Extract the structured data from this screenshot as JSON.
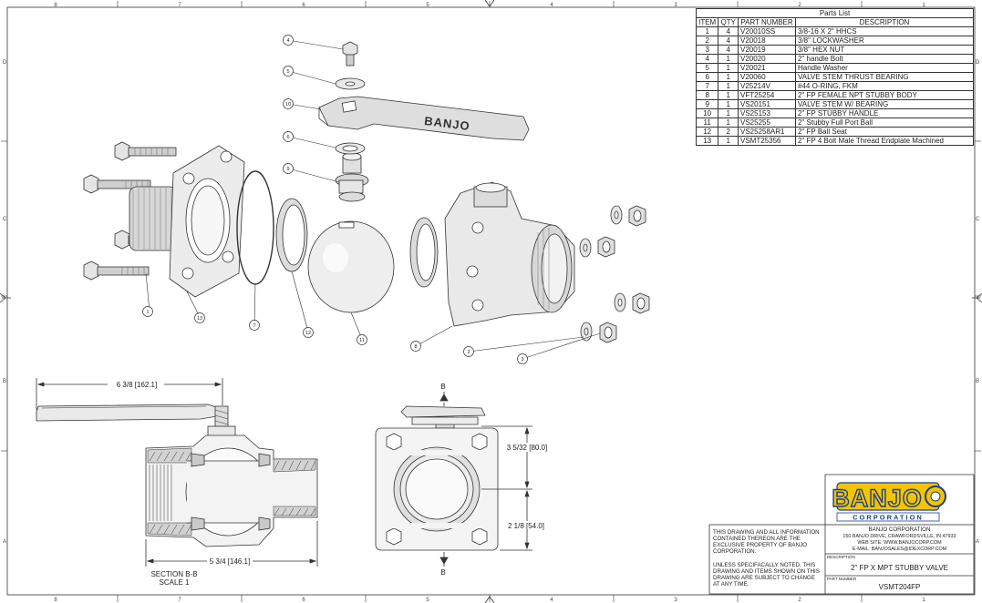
{
  "parts_list": {
    "title": "Parts List",
    "headers": [
      "ITEM",
      "QTY",
      "PART NUMBER",
      "DESCRIPTION"
    ],
    "rows": [
      [
        "1",
        "4",
        "V20010SS",
        "3/8-16 X 2\" HHCS"
      ],
      [
        "2",
        "4",
        "V20018",
        "3/8\" LOCKWASHER"
      ],
      [
        "3",
        "4",
        "V20019",
        "3/8\" HEX NUT"
      ],
      [
        "4",
        "1",
        "V20020",
        "2\" handle Bolt"
      ],
      [
        "5",
        "1",
        "V20021",
        "Handle Washer"
      ],
      [
        "6",
        "1",
        "V20060",
        "VALVE STEM THRUST BEARING"
      ],
      [
        "7",
        "1",
        "V25214V",
        "#44 O-RING, FKM"
      ],
      [
        "8",
        "1",
        "VFT25254",
        "2\" FP FEMALE NPT STUBBY BODY"
      ],
      [
        "9",
        "1",
        "VS20151",
        "VALVE STEM W/ BEARING"
      ],
      [
        "10",
        "1",
        "VS25153",
        "2\" FP STUBBY HANDLE"
      ],
      [
        "11",
        "1",
        "VS25255",
        "2\" Stubby Full Port Ball"
      ],
      [
        "12",
        "2",
        "VS25258AR1",
        "2\" FP Ball Seat"
      ],
      [
        "13",
        "1",
        "VSMT25356",
        "2\" FP 4 Bolt Male Thread Endplate Machined"
      ]
    ]
  },
  "border": {
    "columns": [
      "8",
      "7",
      "6",
      "5",
      "4",
      "3",
      "2",
      "1"
    ],
    "rows": [
      "D",
      "C",
      "B",
      "A"
    ]
  },
  "exploded_view": {
    "balloons": [
      "1",
      "13",
      "7",
      "12",
      "11",
      "8",
      "2",
      "3",
      "4",
      "5",
      "10",
      "6",
      "9"
    ],
    "handle_lettering": "BANJO"
  },
  "section_view": {
    "dim_length_top": "6 3/8 [162.1]",
    "dim_length_bottom": "5 3/4 [146.1]",
    "label_line1": "SECTION B-B",
    "label_line2": "SCALE 1"
  },
  "end_view": {
    "section_marker": "B",
    "dim_height": "3 5/32 [80.0]",
    "dim_center": "2 1/8 [54.0]"
  },
  "title_block": {
    "logo_text": "BANJO",
    "logo_sub": "CORPORATION",
    "notice": "THIS DRAWING AND ALL INFORMATION CONTAINED THEREON ARE THE EXCLUSIVE PROPERTY OF BANJO CORPORATION.",
    "notice2": "UNLESS SPECIFACALLY NOTED, THIS DRAWING AND ITEMS SHOWN ON THIS DRAWING ARE SUBJECT TO CHANGE AT ANY TIME.",
    "company_name": "BANJO CORPORATION",
    "address": "150 BANJO DRIVE, CRAWFORDSVILLE, IN 47933",
    "website": "WEB SITE: WWW.BANJOCORP.COM",
    "email": "E-MAIL: BANJOSALES@IDEXCORP.COM",
    "description_label": "DESCRIPTION",
    "description": "2\" FP X MPT STUBBY VALVE",
    "part_number_label": "PART NUMBER",
    "part_number": "VSMT204FP"
  },
  "colors": {
    "line": "#333333",
    "logo_yellow": "#f5c400",
    "logo_blue": "#1a3f8f"
  }
}
